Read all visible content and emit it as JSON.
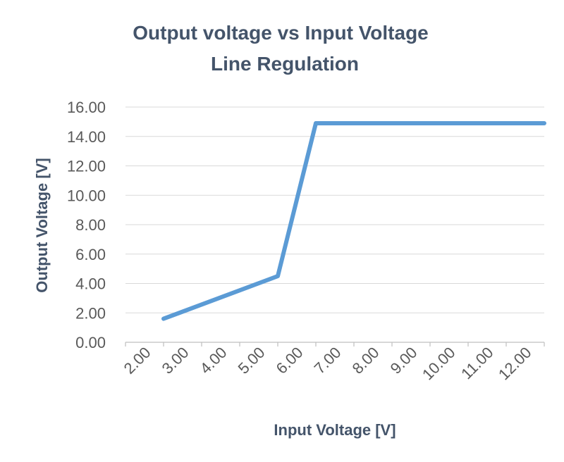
{
  "chart_data": {
    "type": "line",
    "title_lines": [
      "Output voltage vs Input Voltage",
      "Line Regulation"
    ],
    "xlabel": "Input Voltage [V]",
    "ylabel": "Output Voltage [V]",
    "x_categories": [
      "2.00",
      "3.00",
      "4.00",
      "5.00",
      "6.00",
      "7.00",
      "8.00",
      "9.00",
      "10.00",
      "11.00",
      "12.00"
    ],
    "y_ticks": [
      "0.00",
      "2.00",
      "4.00",
      "6.00",
      "8.00",
      "10.00",
      "12.00",
      "14.00",
      "16.00"
    ],
    "ylim": [
      0,
      16
    ],
    "grid": true,
    "legend": false,
    "series": [
      {
        "color": "#5b9bd5",
        "points": [
          {
            "x": 2.5,
            "y": 1.6
          },
          {
            "x": 5.5,
            "y": 4.5
          },
          {
            "x": 6.5,
            "y": 14.9
          },
          {
            "x": 12.5,
            "y": 14.9
          }
        ]
      }
    ]
  }
}
